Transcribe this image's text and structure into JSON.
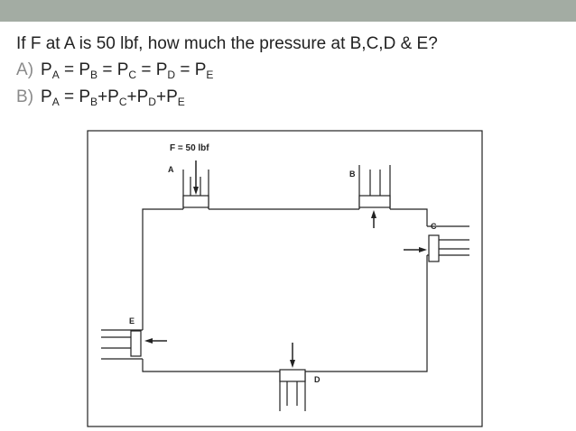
{
  "slide": {
    "question": "If F at A is 50 lbf, how much the pressure at B,C,D & E?",
    "options": [
      {
        "letter": "A",
        "separator": ")",
        "parts": [
          {
            "t": "P"
          },
          {
            "sub": "A"
          },
          {
            "t": " = P"
          },
          {
            "sub": "B"
          },
          {
            "t": " = P"
          },
          {
            "sub": "C"
          },
          {
            "t": " = P"
          },
          {
            "sub": "D"
          },
          {
            "t": " = P"
          },
          {
            "sub": "E"
          }
        ]
      },
      {
        "letter": "B",
        "separator": ")",
        "parts": [
          {
            "t": "P"
          },
          {
            "sub": "A"
          },
          {
            "t": " = P"
          },
          {
            "sub": "B"
          },
          {
            "t": "+P"
          },
          {
            "sub": "C"
          },
          {
            "t": "+P"
          },
          {
            "sub": "D"
          },
          {
            "t": "+P"
          },
          {
            "sub": "E"
          }
        ]
      }
    ]
  },
  "diagram": {
    "force_label": "F  =  50  lbf",
    "labels": {
      "A": "A",
      "B": "B",
      "C": "C",
      "D": "D",
      "E": "E"
    }
  },
  "colors": {
    "top_bar": "#a3aca3",
    "text": "#222222",
    "option_letter": "#8a8a8a",
    "line": "#222222"
  }
}
